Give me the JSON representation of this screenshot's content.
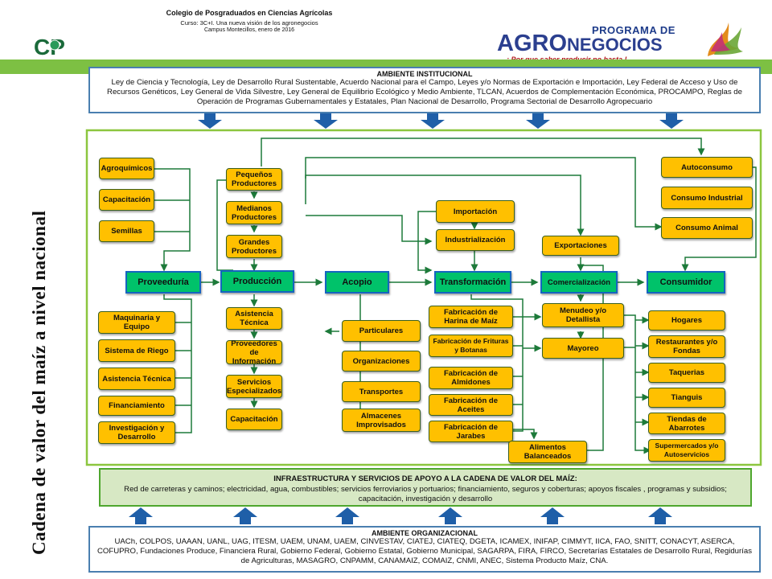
{
  "header": {
    "institution": "Colegio de Posgraduados en Ciencias Agrícolas",
    "course": "Curso: 3C+I. Una nueva visión de los agronegocios",
    "campus": "Campus Montecillos, enero de 2016",
    "logo_text": "CP",
    "program_top": "PROGRAMA DE",
    "program_main_a": "AGRO",
    "program_main_b": "NEGOCIOS",
    "slogan": "¡ Por que saber producir no basta !"
  },
  "vertical_title": "Cadena de valor del maíz a nivel nacional",
  "ambiente_institucional": {
    "title": "AMBIENTE INSTITUCIONAL",
    "body": "Ley de Ciencia y Tecnología, Ley de Desarrollo Rural Sustentable, Acuerdo Nacional para el Campo, Leyes y/o Normas de Exportación e Importación, Ley Federal de Acceso y Uso de Recursos Genéticos, Ley General de Vida Silvestre, Ley General de Equilibrio Ecológico y Medio Ambiente, TLCAN, Acuerdos de Complementación Económica, PROCAMPO, Reglas de Operación de Programas Gubernamentales y Estatales, Plan Nacional de Desarrollo, Programa Sectorial de Desarrollo Agropecuario"
  },
  "stages": {
    "proveeduria": "Proveeduría",
    "produccion": "Producción",
    "acopio": "Acopio",
    "transformacion": "Transformación",
    "comercializacion": "Comercialización",
    "consumidor": "Consumidor"
  },
  "proveeduria_inputs_top": [
    "Agroquímicos",
    "Capacitación",
    "Semillas"
  ],
  "proveeduria_inputs_bottom": [
    "Maquinaria y Equipo",
    "Sistema de Riego",
    "Asistencia Técnica",
    "Financiamiento",
    "Investigación y Desarrollo"
  ],
  "productores": [
    "Pequeños Productores",
    "Medianos Productores",
    "Grandes Productores"
  ],
  "produccion_support": [
    "Asistencia Técnica",
    "Proveedores de Información",
    "Servicios Especializados",
    "Capacitación"
  ],
  "acopio_types": [
    "Particulares",
    "Organizaciones",
    "Transportes",
    "Almacenes Improvisados"
  ],
  "transformacion_top": [
    "Importación",
    "Industrialización"
  ],
  "transformacion_bottom": [
    "Fabricación de Harina de Maíz",
    "Fabricación de Frituras y Botanas",
    "Fabricación de Almidones",
    "Fabricación de Aceites",
    "Fabricación de Jarabes"
  ],
  "exportaciones": "Exportaciones",
  "comercializacion_bottom": [
    "Menudeo y/o Detallista",
    "Mayoreo"
  ],
  "alimentos_balanceados": "Alimentos Balanceados",
  "consumo_top": [
    "Autoconsumo",
    "Consumo Industrial",
    "Consumo Animal"
  ],
  "consumo_bottom": [
    "Hogares",
    "Restaurantes y/o Fondas",
    "Taquerias",
    "Tianguis",
    "Tiendas de Abarrotes",
    "Supermercados y/o Autoservicios"
  ],
  "infraestructura": {
    "title": "INFRAESTRUCTURA Y SERVICIOS DE APOYO A LA CADENA DE VALOR DEL MAÍZ:",
    "body": "Red de carreteras y caminos; electricidad, agua, combustibles; servicios ferroviarios y portuarios; financiamiento, seguros y coberturas; apoyos fiscales , programas y subsidios; capacitación, investigación y desarrollo"
  },
  "ambiente_organizacional": {
    "title": "AMBIENTE ORGANIZACIONAL",
    "body": "UACh, COLPOS, UAAAN, UANL, UAG, ITESM, UAEM, UNAM, UAEM, CINVESTAV, CIATEJ, CIATEQ, DGETA, ICAMEX, INIFAP, CIMMYT, IICA, FAO, SNITT, CONACYT, ASERCA, COFUPRO, Fundaciones Produce, Financiera Rural, Gobierno Federal, Gobierno Estatal, Gobierno Municipal, SAGARPA, FIRA, FIRCO, Secretarías Estatales de Desarrollo Rural, Regidurías de Agriculturas, MASAGRO, CNPAMM, CANAMAIZ, COMAIZ, CNMI, ANEC, Sistema Producto Maíz, CNA."
  },
  "colors": {
    "box_fill": "#ffc000",
    "stage_fill": "#00c26a",
    "stage_border": "#1565c0",
    "frame_green": "#8cc63f",
    "arrow_blue": "#1f5fa8",
    "infra_fill": "#d7e8c4"
  }
}
